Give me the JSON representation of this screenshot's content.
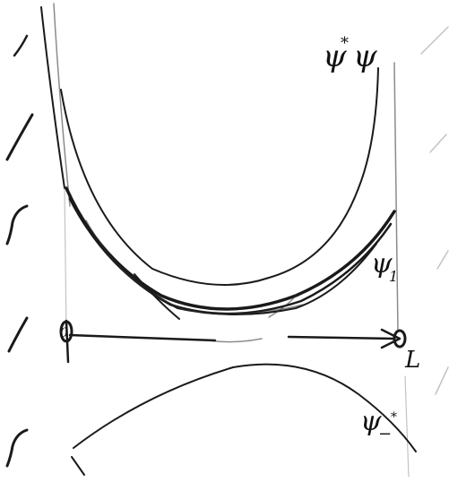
{
  "labels": {
    "product": {
      "base": "ψ",
      "superscript": "*",
      "tail": "ψ"
    },
    "psi_one": {
      "base": "ψ",
      "subscript": "1"
    },
    "psi_minus": {
      "base": "ψ",
      "subscript": "−",
      "superscript": "*"
    },
    "left_end": "0",
    "right_end": "L"
  },
  "colors": {
    "ink": "#1a1a1a",
    "paper": "#ffffff"
  }
}
